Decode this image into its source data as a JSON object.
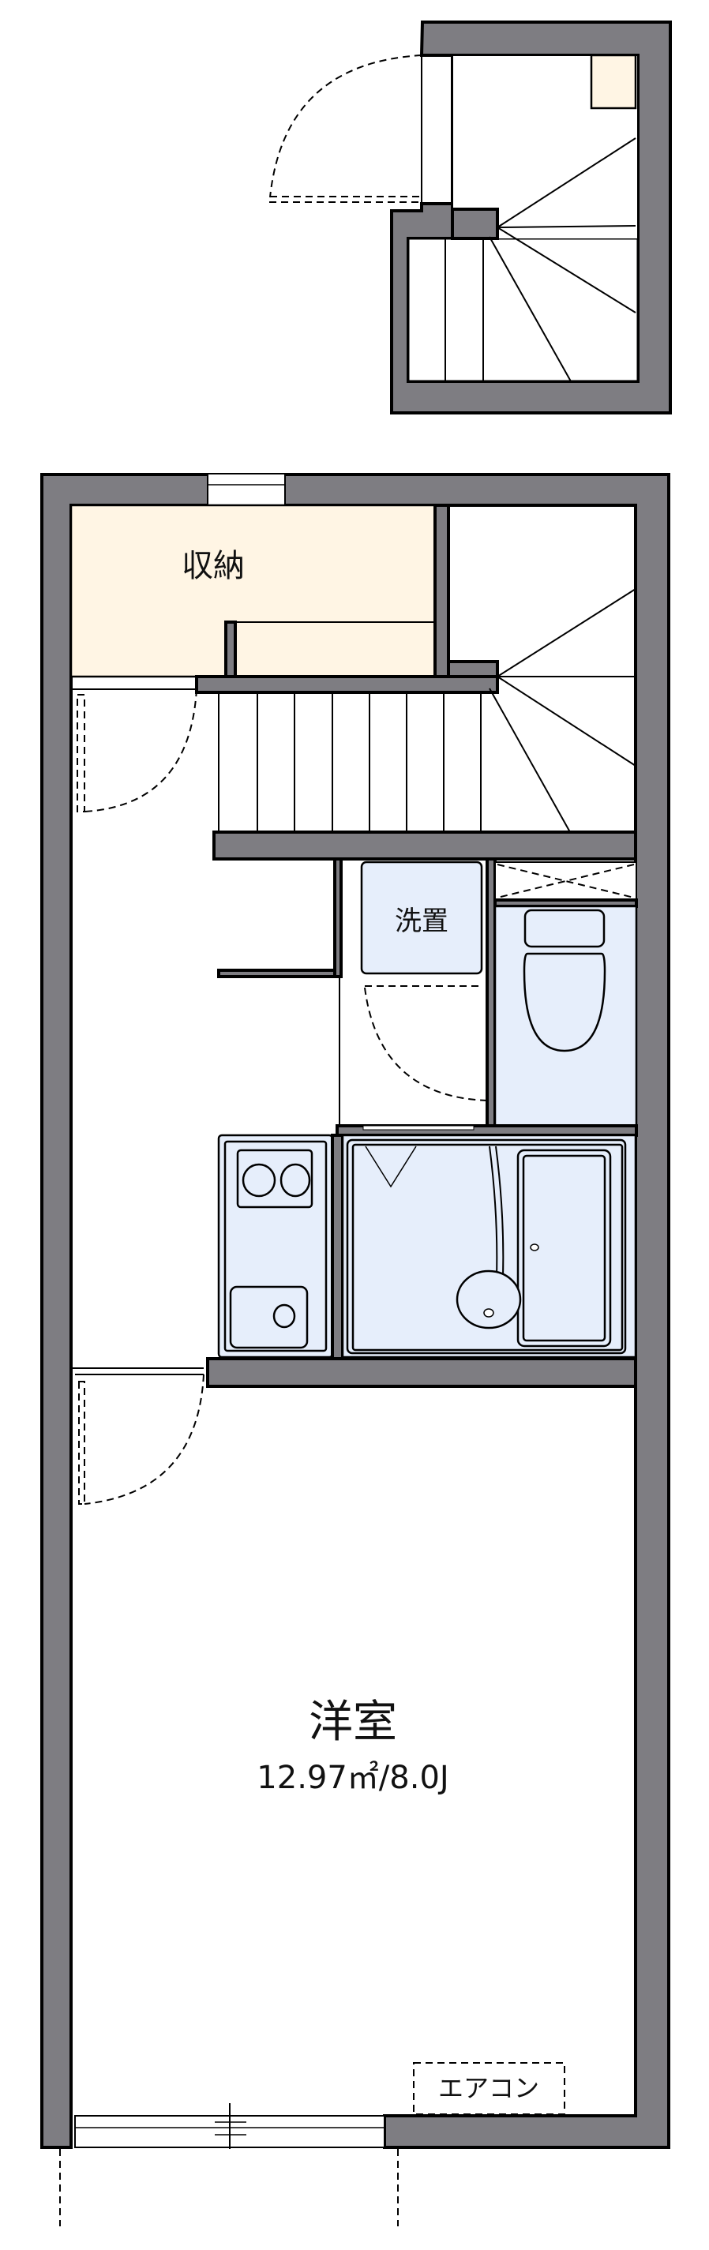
{
  "colors": {
    "wall": "#7e7d82",
    "storage": "#fff5e4",
    "fixtures": "#e6eefb"
  },
  "rooms": {
    "storage": {
      "label": "収納"
    },
    "washer": {
      "label": "洗置"
    },
    "western_room": {
      "label": "洋室",
      "area": "12.97㎡/8.0J"
    },
    "aircon": {
      "label": "エアコン"
    }
  }
}
